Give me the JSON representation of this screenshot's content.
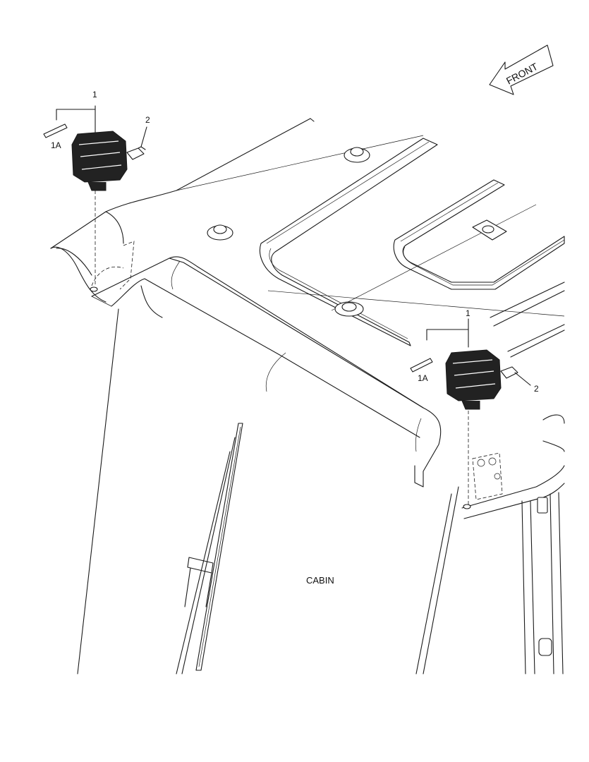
{
  "colors": {
    "line": "#1a1a1a",
    "background": "#ffffff",
    "lamp_body": "#222222"
  },
  "labels": {
    "front": "FRONT",
    "cabin": "CABIN",
    "left_lamp": {
      "item": "1",
      "pin": "1A",
      "connector": "2"
    },
    "right_lamp": {
      "item": "1",
      "pin": "1A",
      "connector": "2"
    }
  },
  "icons": {
    "front_arrow": "front-direction-arrow-icon",
    "lamp": "work-lamp-icon"
  }
}
